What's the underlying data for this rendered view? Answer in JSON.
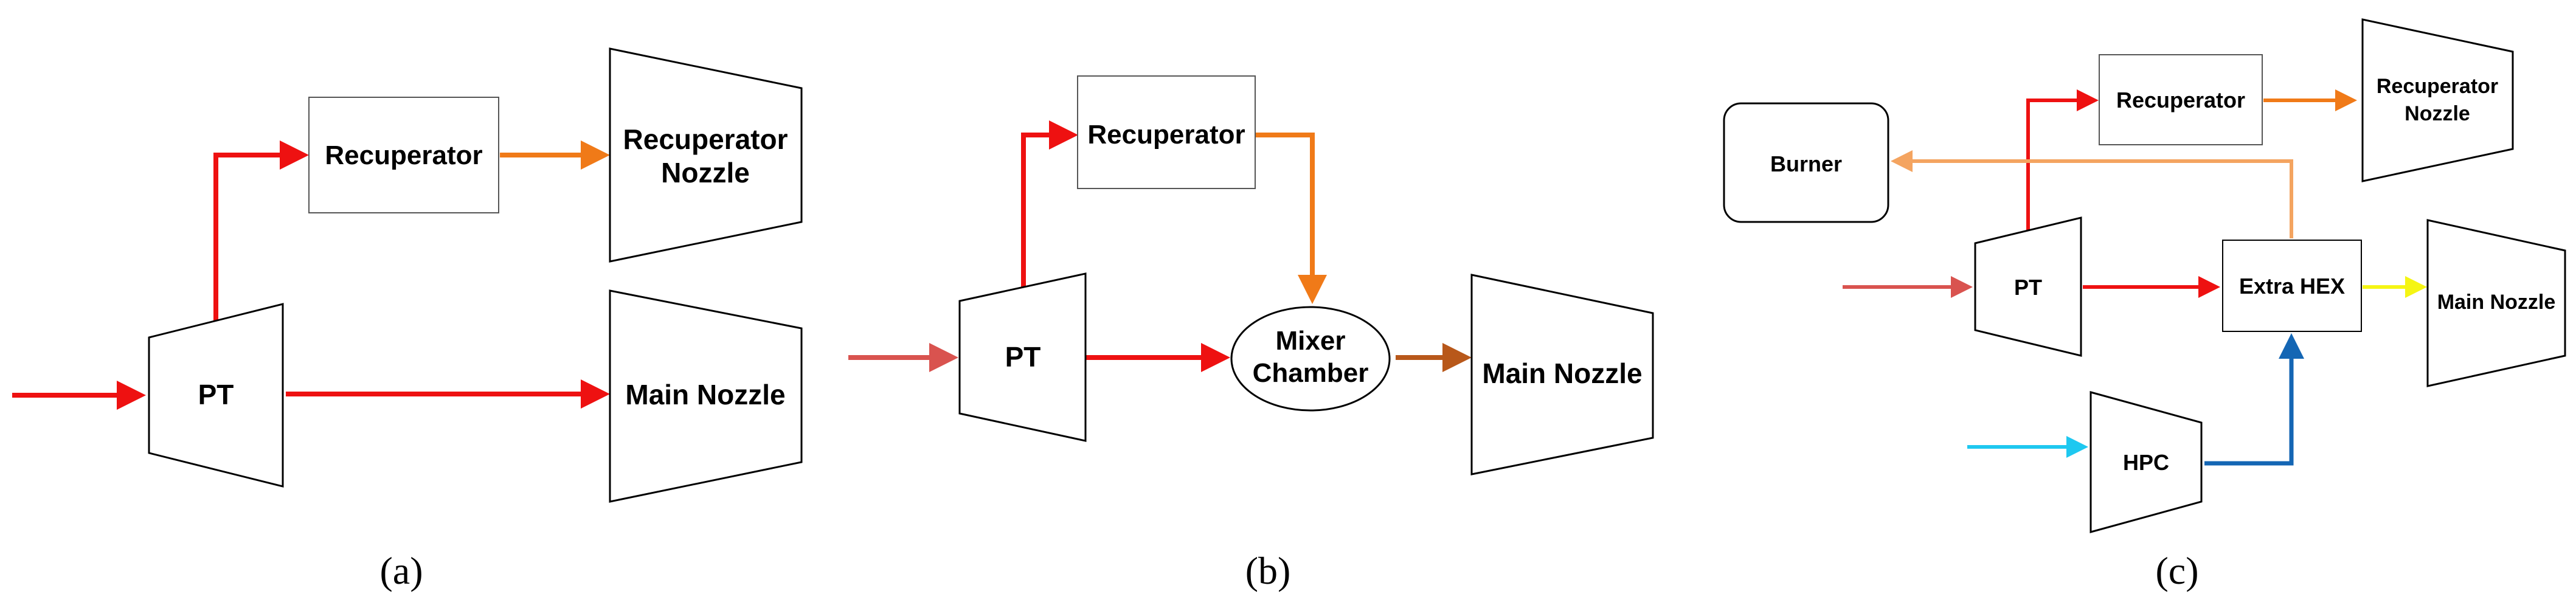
{
  "colors": {
    "hot": "#ee1111",
    "inlet": "#d9534f",
    "recup_out": "#f07a18",
    "recup_out_light": "#f4a460",
    "mixed": "#b8581a",
    "cold": "#1ec8f0",
    "hpc_out": "#1466b4",
    "hex_out": "#f5f514",
    "stroke": "#000000"
  },
  "diagram_a": {
    "caption": "(a)",
    "pt": "PT",
    "recuperator": "Recuperator",
    "recup_nozzle_line1": "Recuperator",
    "recup_nozzle_line2": "Nozzle",
    "main_nozzle": "Main Nozzle"
  },
  "diagram_b": {
    "caption": "(b)",
    "pt": "PT",
    "recuperator": "Recuperator",
    "mixer_line1": "Mixer",
    "mixer_line2": "Chamber",
    "main_nozzle": "Main Nozzle"
  },
  "diagram_c": {
    "caption": "(c)",
    "burner": "Burner",
    "recuperator": "Recuperator",
    "recup_nozzle_line1": "Recuperator",
    "recup_nozzle_line2": "Nozzle",
    "pt": "PT",
    "extra_hex": "Extra HEX",
    "main_nozzle": "Main Nozzle",
    "hpc": "HPC"
  }
}
